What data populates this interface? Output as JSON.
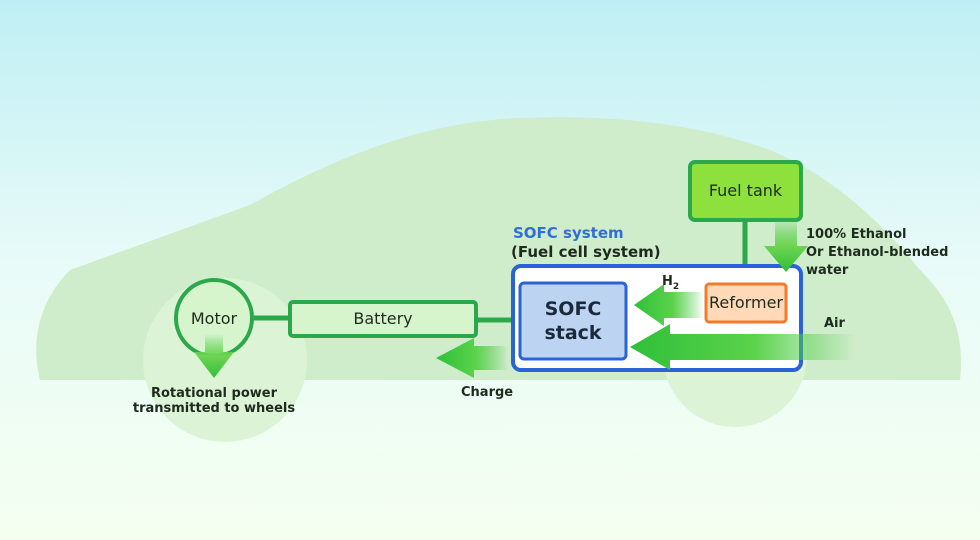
{
  "system": {
    "title": "SOFC system",
    "subtitle": "(Fuel cell system)"
  },
  "components": {
    "fuel_tank": "Fuel tank",
    "reformer": "Reformer",
    "sofc_stack_line1": "SOFC",
    "sofc_stack_line2": "stack",
    "battery": "Battery",
    "motor": "Motor"
  },
  "flows": {
    "fuel_line1": "100% Ethanol",
    "fuel_line2": "Or Ethanol-blended",
    "fuel_line3": "water",
    "hydrogen_base": "H",
    "hydrogen_sub": "2",
    "air": "Air",
    "charge": "Charge",
    "output_line1": "Rotational power",
    "output_line2": "transmitted to wheels"
  },
  "colors": {
    "car_body": "#cfeccb",
    "box_border": "#2aa84a",
    "fuel_tank_fill": "#8ee03c",
    "reformer_fill": "#ffd9b8",
    "reformer_border": "#f07b2c",
    "stack_fill": "#bcd4f2",
    "system_border": "#2a63d8",
    "arrow_green": "#3ec53e"
  }
}
